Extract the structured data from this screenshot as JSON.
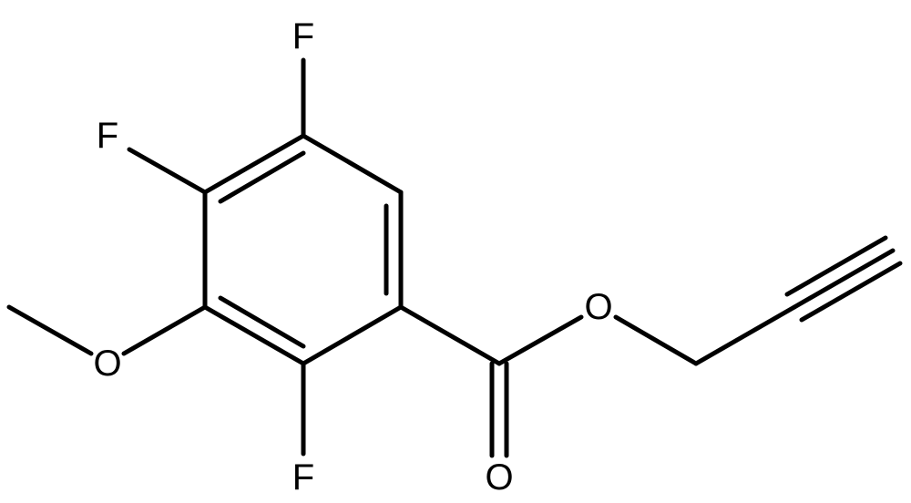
{
  "molecule": {
    "atom_labels": {
      "f_top": "F",
      "f_left": "F",
      "f_bottom": "F",
      "o_methoxy": "O",
      "o_ester": "O",
      "o_carbonyl": "O"
    }
  },
  "colors": {
    "ink": "#000000",
    "background": "#ffffff"
  }
}
